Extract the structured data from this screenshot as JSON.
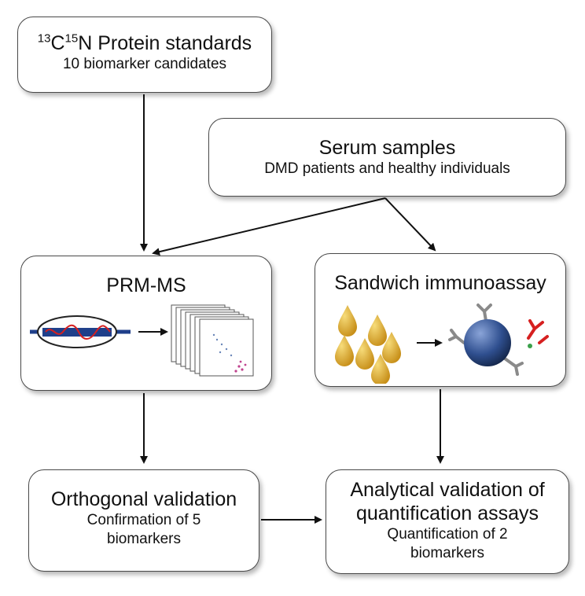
{
  "standards": {
    "isotope_c": "13",
    "element_c": "C",
    "isotope_n": "15",
    "rest": "N Protein standards",
    "subtitle": "10 biomarker candidates"
  },
  "serum": {
    "title": "Serum samples",
    "subtitle": "DMD patients and healthy individuals"
  },
  "prm": {
    "title": "PRM-MS"
  },
  "sandwich": {
    "title": "Sandwich immunoassay"
  },
  "orthogonal": {
    "title": "Orthogonal validation",
    "line1": "Confirmation of 5",
    "line2": "biomarkers"
  },
  "analytical": {
    "line1": "Analytical validation of",
    "line2": "quantification assays",
    "line3": "Quantification of 2",
    "line4": "biomarkers"
  },
  "colors": {
    "border": "#4a4a4a",
    "arrow": "#111111",
    "bead": "#2f4f8f",
    "droplet": "#d9a52a",
    "antibody_red": "#d62020"
  }
}
